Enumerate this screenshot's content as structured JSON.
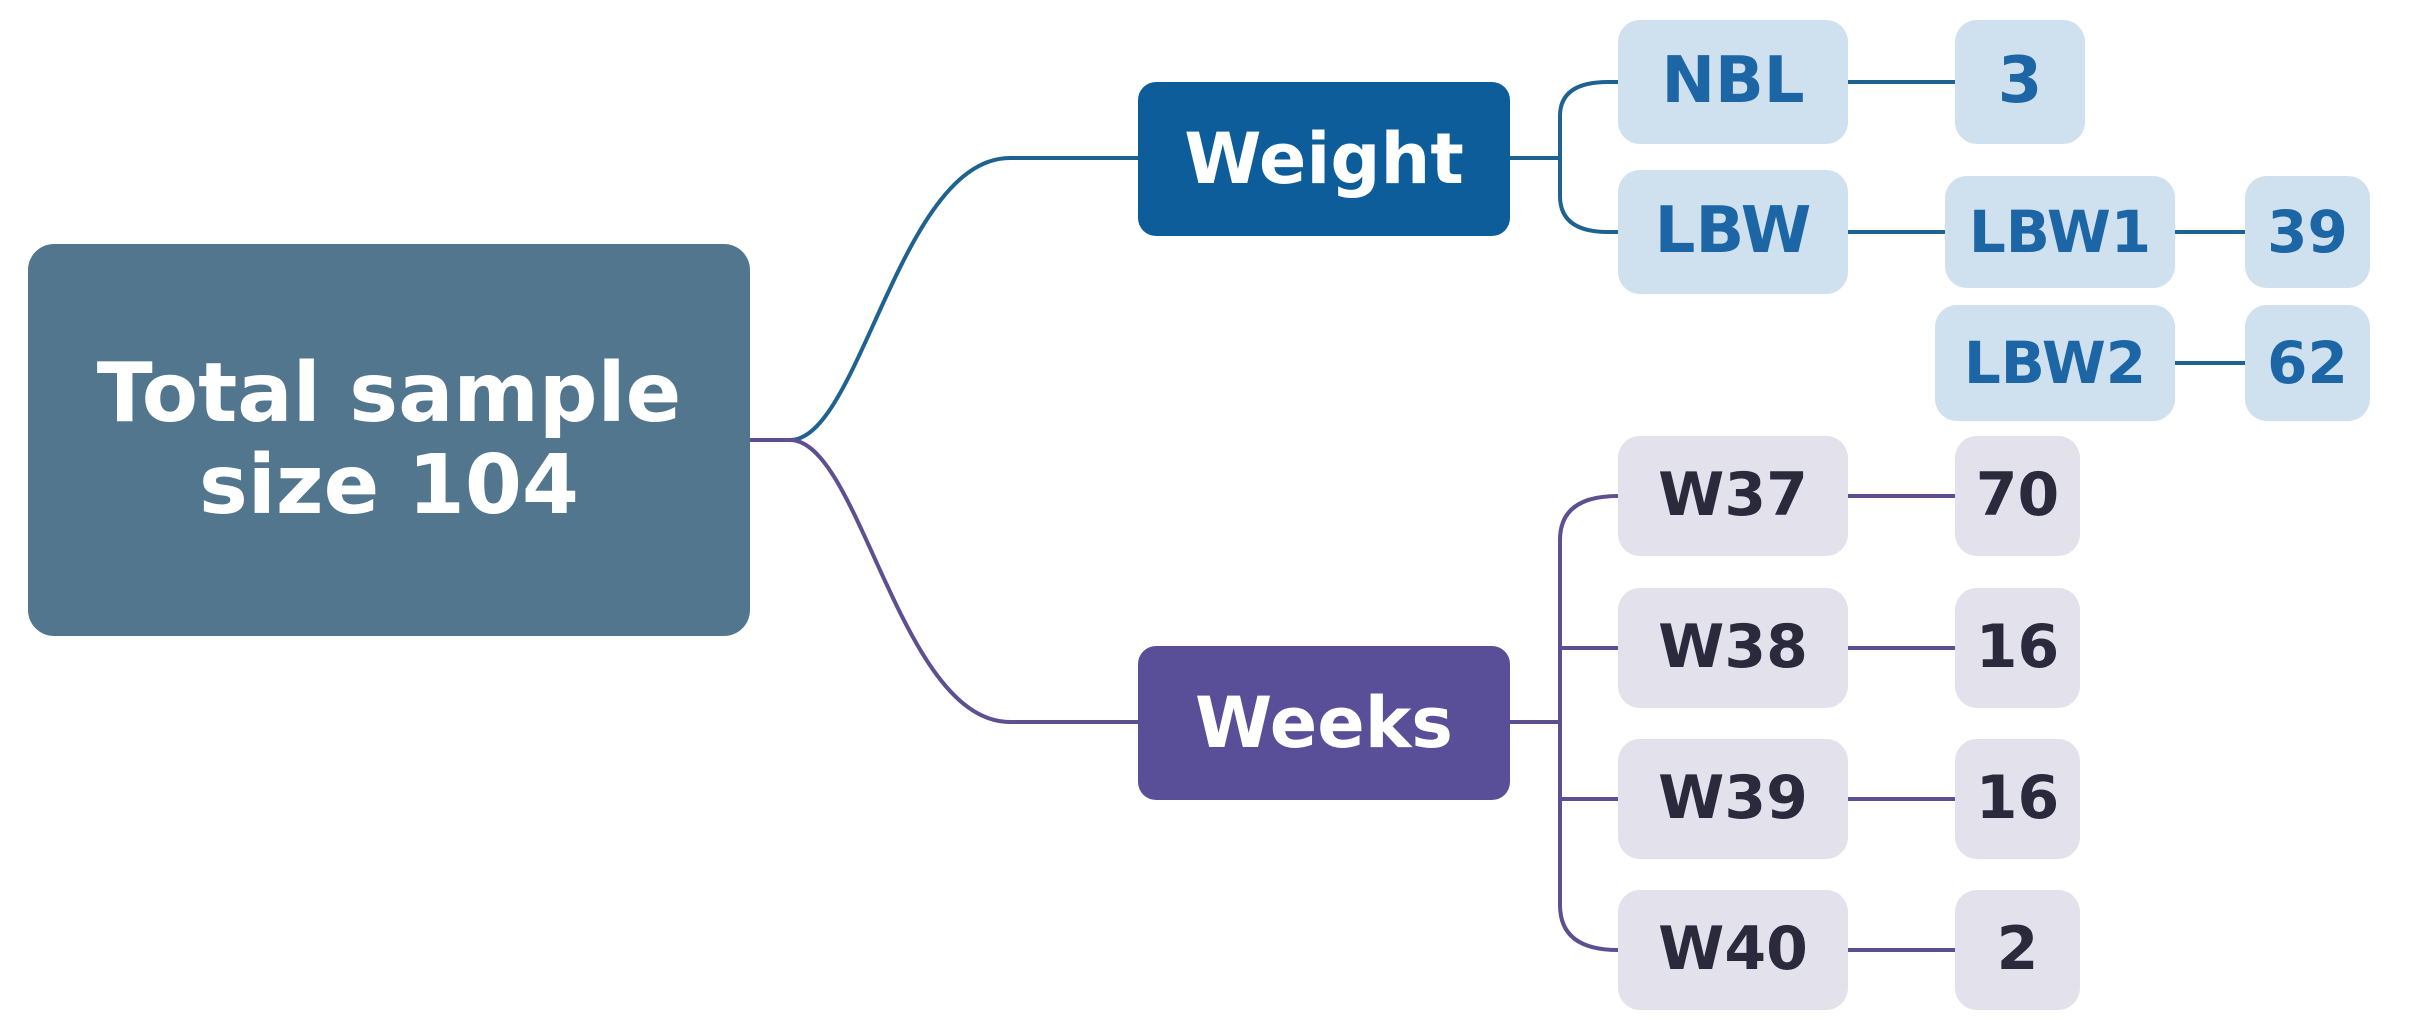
{
  "diagram": {
    "root": {
      "label": "Total sample size 104"
    },
    "weight": {
      "label": "Weight",
      "nbl": {
        "label": "NBL",
        "count": "3"
      },
      "lbw": {
        "label": "LBW",
        "lbw1": {
          "label": "LBW1",
          "count": "39"
        },
        "lbw2": {
          "label": "LBW2",
          "count": "62"
        }
      }
    },
    "weeks": {
      "label": "Weeks",
      "items": [
        {
          "label": "W37",
          "count": "70"
        },
        {
          "label": "W38",
          "count": "16"
        },
        {
          "label": "W39",
          "count": "16"
        },
        {
          "label": "W40",
          "count": "2"
        }
      ]
    }
  },
  "colors": {
    "root_fill": "#52768e",
    "weight_fill": "#0c5d99",
    "weeks_fill": "#584f98",
    "weight_leaf_fill": "#cfe0ee",
    "weight_leaf_text": "#1d66a6",
    "weight_link": "#1e6390",
    "weeks_leaf_fill": "#e2e1ec",
    "weeks_leaf_text": "#2b2a3c",
    "weeks_link": "#5d4f90"
  }
}
